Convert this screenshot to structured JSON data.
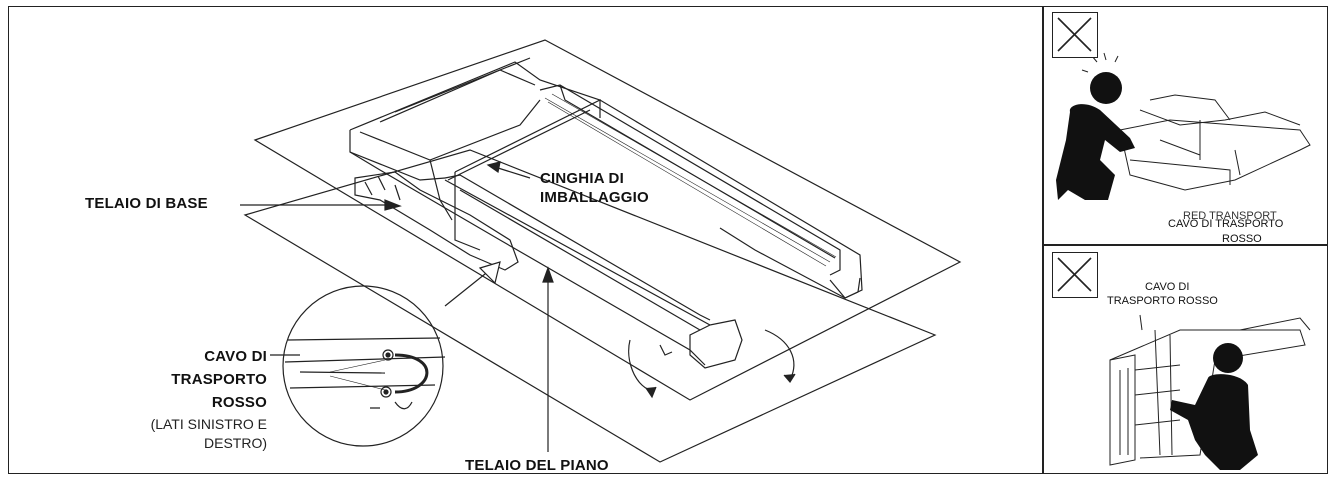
{
  "labels": {
    "base_frame": "TELAIO DI BASE",
    "packing_strap_line1": "CINGHIA DI",
    "packing_strap_line2": "IMBALLAGGIO",
    "cable_line1": "CAVO DI",
    "cable_line2": "TRASPORTO",
    "cable_line3": "ROSSO",
    "cable_note_line1": "(LATI SINISTRO E",
    "cable_note_line2": "DESTRO)",
    "deck_frame": "TELAIO DEL PIANO"
  },
  "warning_top": {
    "overlap_text": "RED TRANSPORT",
    "cable_line1": "CAVO DI TRASPORTO",
    "cable_line2": "ROSSO"
  },
  "warning_bottom": {
    "cable_line1": "CAVO DI",
    "cable_line2": "TRASPORTO ROSSO"
  },
  "colors": {
    "line": "#222222",
    "figure": "#111111",
    "background": "#ffffff"
  },
  "icons": [
    "wrong-x-icon",
    "wrong-x-icon"
  ]
}
